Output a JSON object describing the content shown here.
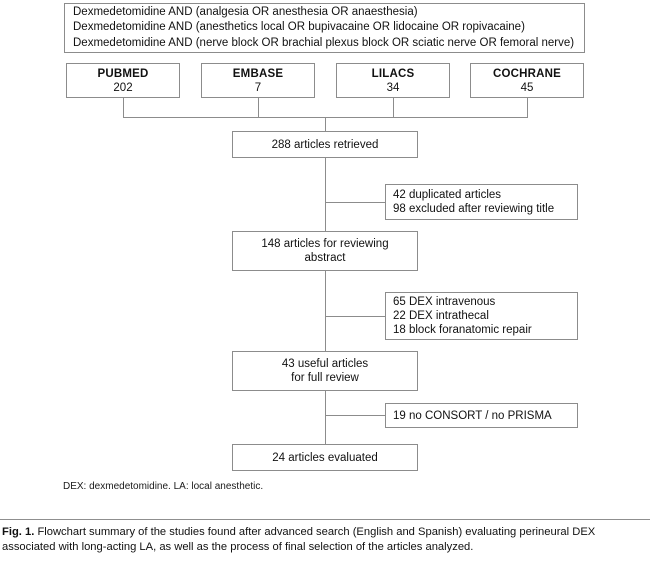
{
  "figure": {
    "query_box": {
      "lines": [
        "Dexmedetomidine AND (analgesia OR anesthesia OR anaesthesia)",
        "Dexmedetomidine AND (anesthetics local OR bupivacaine OR lidocaine OR ropivacaine)",
        "Dexmedetomidine AND (nerve block OR brachial plexus block OR sciatic nerve OR femoral nerve)"
      ]
    },
    "databases": [
      {
        "name": "PUBMED",
        "count": "202"
      },
      {
        "name": "EMBASE",
        "count": "7"
      },
      {
        "name": "LILACS",
        "count": "34"
      },
      {
        "name": "COCHRANE",
        "count": "45"
      }
    ],
    "main_steps": [
      {
        "lines": [
          "288 articles retrieved"
        ]
      },
      {
        "lines": [
          "148 articles for reviewing",
          "abstract"
        ]
      },
      {
        "lines": [
          "43 useful articles",
          "for full review"
        ]
      },
      {
        "lines": [
          "24 articles evaluated"
        ]
      }
    ],
    "exclusions": [
      {
        "lines": [
          "42 duplicated articles",
          "98 excluded after reviewing title"
        ]
      },
      {
        "lines": [
          "65 DEX intravenous",
          "22 DEX intrathecal",
          "18 block foranatomic repair"
        ]
      },
      {
        "lines": [
          "19 no CONSORT / no PRISMA"
        ]
      }
    ],
    "footnote": "DEX: dexmedetomidine. LA: local anesthetic.",
    "caption": {
      "label": "Fig. 1.",
      "text": "Flowchart summary of the studies found after advanced search (English and Spanish) evaluating perineural DEX associated with long-acting LA, as well as the process of final selection of the articles analyzed."
    },
    "colors": {
      "border": "#8c8c8c",
      "text": "#111111",
      "background": "#ffffff"
    }
  }
}
